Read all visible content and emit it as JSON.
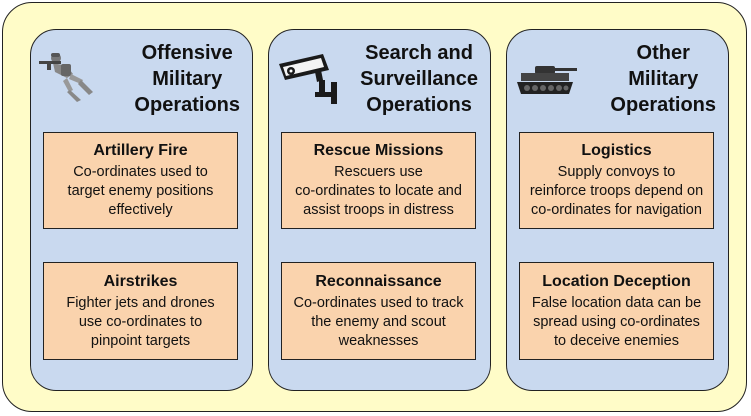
{
  "panels": [
    {
      "title_lines": [
        "Offensive",
        "Military",
        "Operations"
      ],
      "icon": "soldier-icon",
      "cards": [
        {
          "title": "Artillery Fire",
          "text_lines": [
            "Co-ordinates used to",
            "target enemy positions",
            "effectively"
          ]
        },
        {
          "title": "Airstrikes",
          "text_lines": [
            "Fighter jets and drones",
            "use co-ordinates to",
            "pinpoint targets"
          ]
        }
      ]
    },
    {
      "title_lines": [
        "Search and",
        "Surveillance",
        "Operations"
      ],
      "icon": "security-camera-icon",
      "cards": [
        {
          "title": "Rescue Missions",
          "text_lines": [
            "Rescuers use",
            "co-ordinates to locate and",
            "assist troops in distress"
          ]
        },
        {
          "title": "Reconnaissance",
          "text_lines": [
            "Co-ordinates used to track",
            "the enemy and scout",
            "weaknesses"
          ]
        }
      ]
    },
    {
      "title_lines": [
        "Other",
        "Military",
        "Operations"
      ],
      "icon": "tank-icon",
      "cards": [
        {
          "title": "Logistics",
          "text_lines": [
            "Supply convoys to",
            "reinforce troops depend on",
            "co-ordinates for navigation"
          ]
        },
        {
          "title": "Location Deception",
          "text_lines": [
            "False location data can be",
            "spread using co-ordinates",
            "to deceive enemies"
          ]
        }
      ]
    }
  ],
  "colors": {
    "outer_background": "#fffcc8",
    "panel_background": "#c9d9ef",
    "card_background": "#fad3ad",
    "border": "#222222"
  }
}
